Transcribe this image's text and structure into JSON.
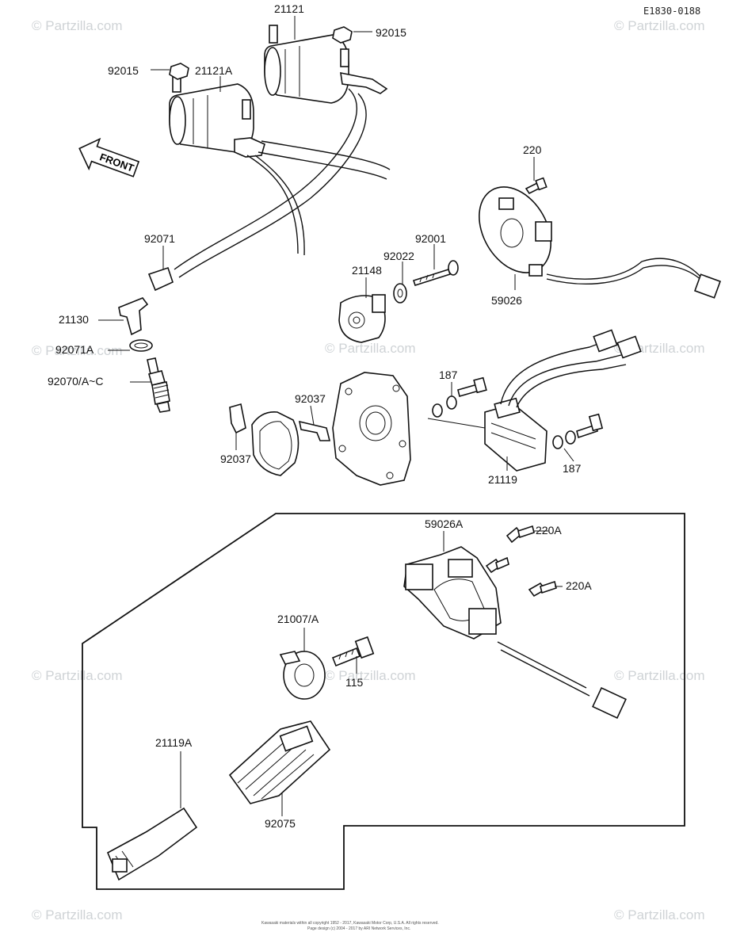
{
  "diagram_code": "E1830-0188",
  "front_label": "FRONT",
  "watermarks": [
    "© Partzilla.com",
    "© Partzilla.com",
    "© Partzilla.com",
    "© Partzilla.com",
    "© Partzilla.com",
    "© Partzilla.com",
    "© Partzilla.com",
    "© Partzilla.com",
    "© Partzilla.com",
    "© Partzilla.com"
  ],
  "callouts": {
    "c21121": "21121",
    "c92015_right": "92015",
    "c92015_left": "92015",
    "c21121A": "21121A",
    "c220": "220",
    "c92071": "92071",
    "c92001": "92001",
    "c92022": "92022",
    "c21148": "21148",
    "c59026": "59026",
    "c21130": "21130",
    "c92071A": "92071A",
    "c92070": "92070/A~C",
    "c187_top": "187",
    "c187_right": "187",
    "c92037_top": "92037",
    "c92037_bottom": "92037",
    "c21119": "21119",
    "c59026A": "59026A",
    "c220A_top": "220A",
    "c220A_mid": "220A",
    "c21007A": "21007/A",
    "c115": "115",
    "c21119A": "21119A",
    "c92075": "92075"
  },
  "footer": {
    "line1": "Kawasaki materials within all copyright 1952 - 2017, Kawasaki Motor Corp, U.S.A. All rights reserved.",
    "line2": "Page design (c) 2004 - 2017 by ARI Network Services, Inc."
  }
}
